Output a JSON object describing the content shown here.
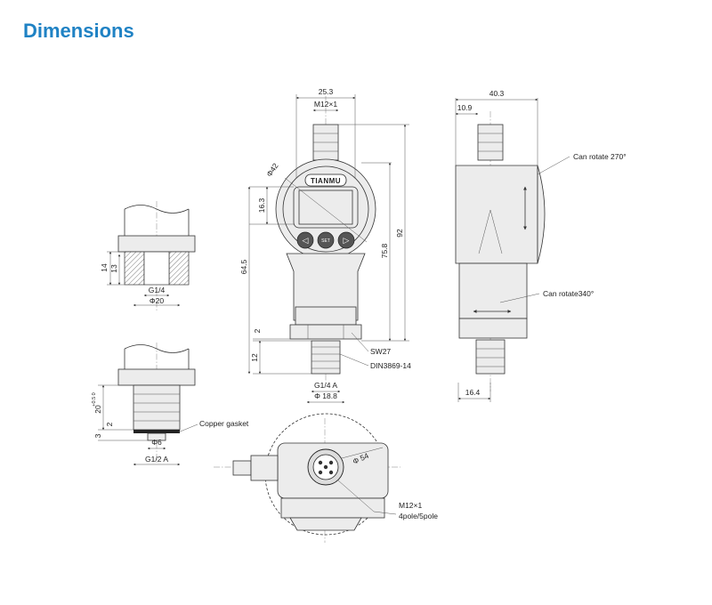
{
  "title": "Dimensions",
  "brand": "TIANMU",
  "colors": {
    "title": "#1f82c4",
    "line": "#333333",
    "body_fill": "#ececec"
  },
  "dims": {
    "front_width": "25.3",
    "front_connector": "M12×1",
    "dial_dia": "Φ42",
    "display_height": "16.3",
    "overall_height": "92",
    "housing_height": "75.8",
    "body_height": "64.5",
    "nut_gap": "2",
    "thread_len": "12",
    "wrench": "SW27",
    "seal_std": "DIN3869-14",
    "thread_a": "G1/4 A",
    "seal_dia": "Φ 18.8",
    "side_width": "40.3",
    "side_offset": "10.9",
    "side_bottom": "16.4",
    "rotate_top": "Can rotate 270°",
    "rotate_mid": "Can rotate340°",
    "fem_14": "14",
    "fem_13": "13",
    "fem_thread": "G1/4",
    "fem_dia": "Φ20",
    "low_20": "20",
    "low_tol": "+0.5 0",
    "low_2": "2",
    "low_3": "3",
    "low_phi6": "Φ6",
    "low_thread": "G1/2 A",
    "copper_gasket": "Copper gasket",
    "top_dia": "Φ 54",
    "top_connector": "M12×1",
    "top_pole": "4pole/5pole"
  },
  "buttons": {
    "left": "◁",
    "center": "SET",
    "right": "▷"
  },
  "icons": [
    "arrow-left-icon",
    "set-icon",
    "arrow-right-icon",
    "rotate-arrow-icon"
  ]
}
